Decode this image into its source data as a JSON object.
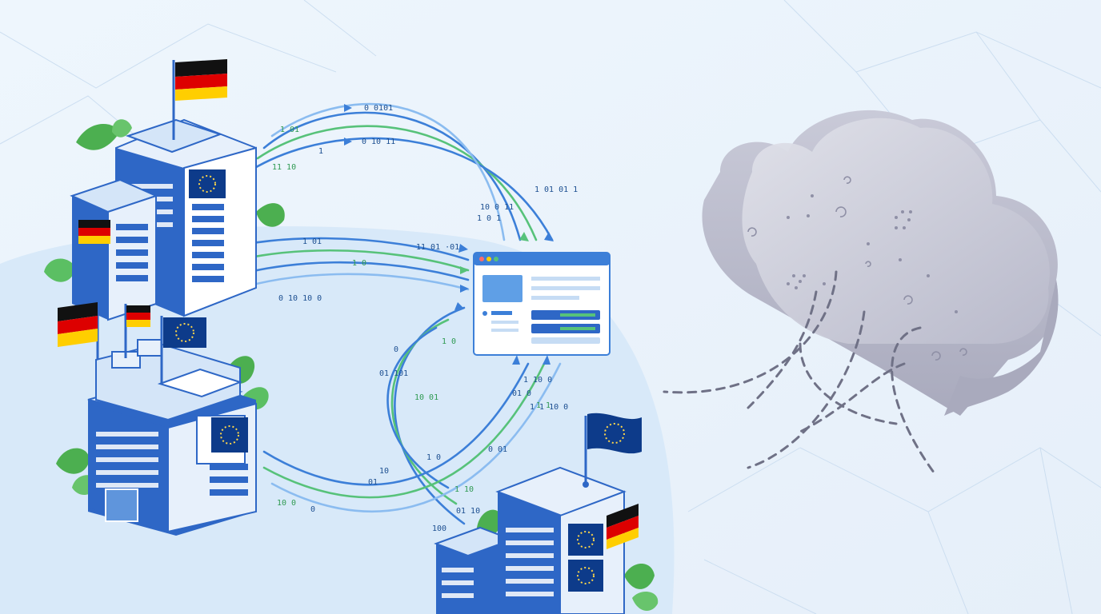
{
  "scene": {
    "subject": "illustration",
    "colors": {
      "background": "#eef5fc",
      "region": "#d7e8f8",
      "building_blue": "#2e67c6",
      "building_light": "#e7f0fb",
      "leaf_green": "#4caf50",
      "arc_blue": "#3c7fd8",
      "arc_green": "#57c27a",
      "cloud_fill": "#cfd0dc",
      "cloud_shadow": "#b5b6c6",
      "flag_black": "#111111",
      "flag_red": "#dd0000",
      "flag_gold": "#ffce00",
      "eu_blue": "#0d3b8a",
      "eu_star": "#ffd64a"
    },
    "icons": [
      "germany-flag-icon",
      "eu-flag-icon",
      "office-building-icon",
      "dashboard-window-icon",
      "cloud-icon",
      "leaf-icon"
    ],
    "binary_labels": [
      "0 0101",
      "0 10 11",
      "1 01",
      "11 10",
      "1",
      "1 01",
      "11 01 ·01",
      "1 0",
      "0 10 10 0",
      "1 01 01 1",
      "10 0 11",
      "1 0",
      "01 101",
      "10 01",
      "1 10 0",
      "01 0",
      "1 1",
      "1 0",
      "0 01",
      "1 10",
      "01 10",
      "10",
      "01",
      "100",
      "10 0",
      "0",
      "1 1 10 0",
      "1 0 1",
      "0"
    ]
  }
}
